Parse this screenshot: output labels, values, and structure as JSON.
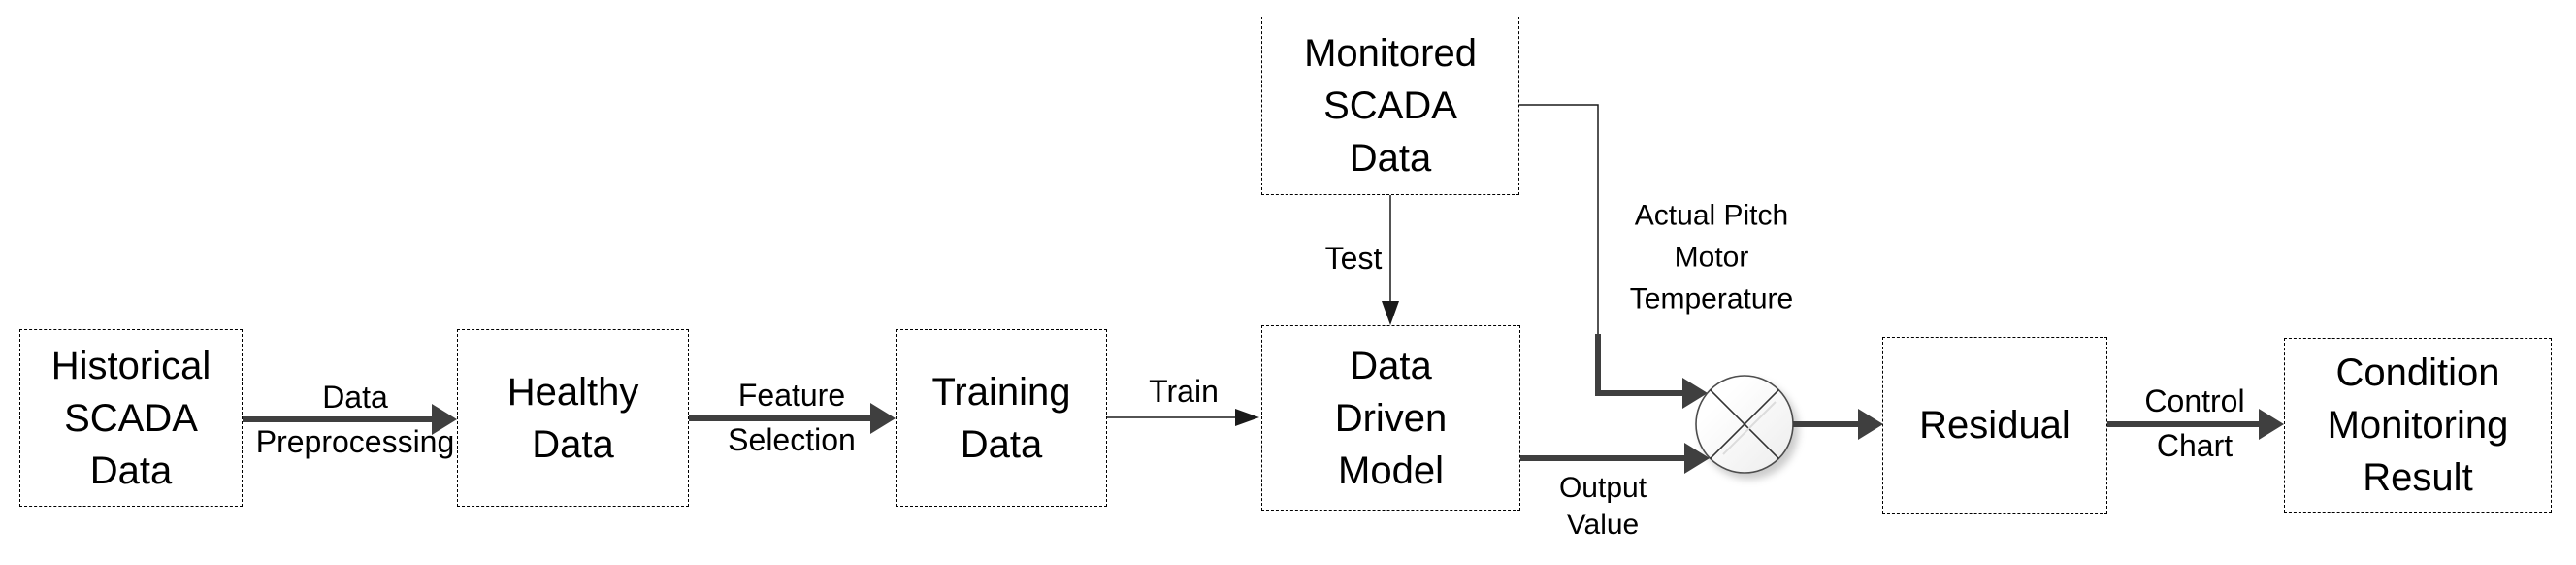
{
  "colors": {
    "background": "#ffffff",
    "box_border": "#000000",
    "text": "#000000",
    "thick_arrow": "#3f3f3f",
    "thin_line": "#1a1a1a",
    "circle_stroke": "#4d4d4d",
    "circle_cross": "#333333",
    "circle_highlight": "#dcdcdc",
    "circle_fill_start": "#ffffff",
    "circle_fill_end": "#ececec"
  },
  "nodes": {
    "historical": {
      "label": "Historical\nSCADA\nData"
    },
    "healthy": {
      "label": "Healthy\nData"
    },
    "training": {
      "label": "Training\nData"
    },
    "model": {
      "label": "Data\nDriven\nModel"
    },
    "monitored": {
      "label": "Monitored\nSCADA\nData"
    },
    "residual": {
      "label": "Residual"
    },
    "condition": {
      "label": "Condition\nMonitoring\nResult"
    }
  },
  "edge_labels": {
    "data_preprocessing": "Data\nPreprocessing",
    "feature_selection": "Feature\nSelection",
    "train": "Train",
    "test": "Test",
    "actual_pitch": "Actual Pitch\nMotor\nTemperature",
    "output_value": "Output\nValue",
    "control_chart": "Control\nChart"
  },
  "junction": {
    "symbol": "comparison-cross-circle"
  }
}
